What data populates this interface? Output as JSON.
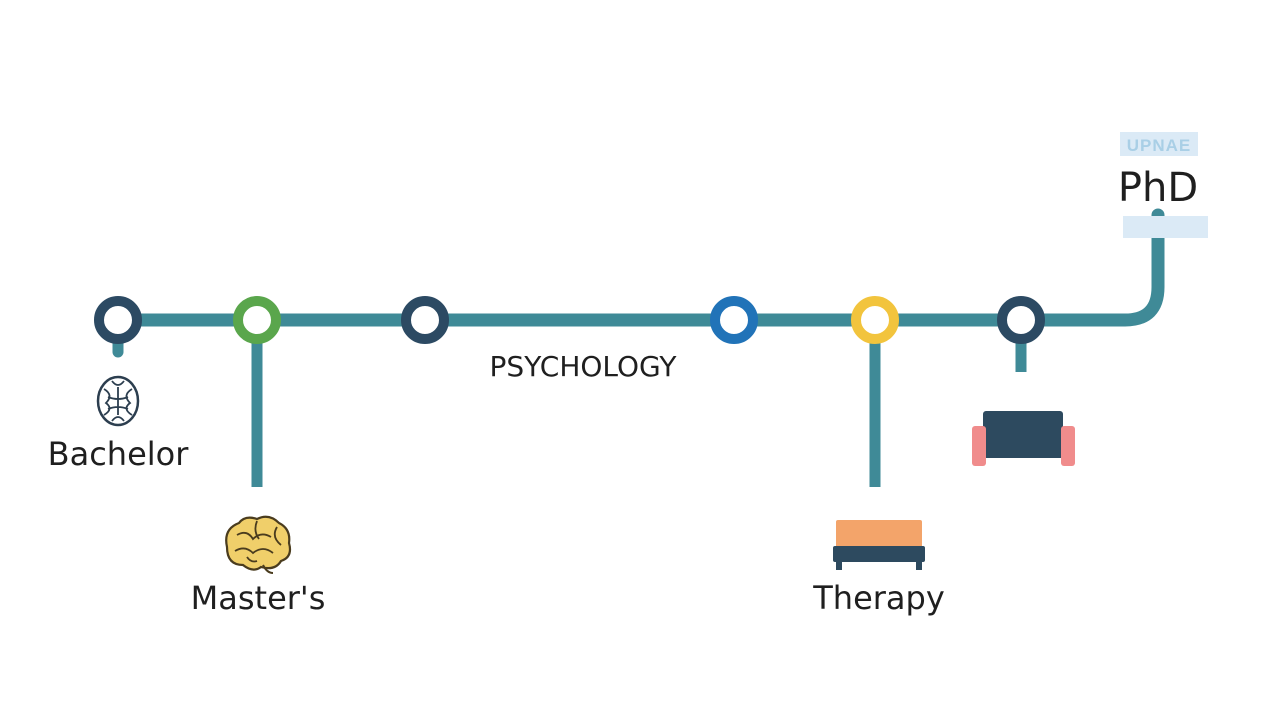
{
  "diagram": {
    "line_label": "PSYCHOLOGY",
    "stations": [
      {
        "label": "Bachelor",
        "icon": "brain-outline-icon",
        "ring_color": "#2c4a63"
      },
      {
        "label": "Master's",
        "icon": "brain-yellow-icon",
        "ring_color": "#5aa64c"
      },
      {
        "label": "",
        "icon": "",
        "ring_color": "#2c4a63"
      },
      {
        "label": "",
        "icon": "",
        "ring_color": "#2173b8"
      },
      {
        "label": "Therapy",
        "icon": "orange-couch-icon",
        "ring_color": "#f2c43d"
      },
      {
        "label": "",
        "icon": "navy-couch-icon",
        "ring_color": "#2c4a63"
      }
    ],
    "terminus": {
      "label": "PhD",
      "tag_text": "UPNAE"
    },
    "colors": {
      "track": "#3f8a97",
      "station_fill": "#ffffff",
      "label_text": "#1f1f1f",
      "tag_bg": "#dbeaf6",
      "couch_orange": "#f3a46a",
      "couch_navy": "#2d4a5f",
      "couch_pink": "#f08c8c",
      "brain_yellow": "#f0cf6a"
    }
  }
}
